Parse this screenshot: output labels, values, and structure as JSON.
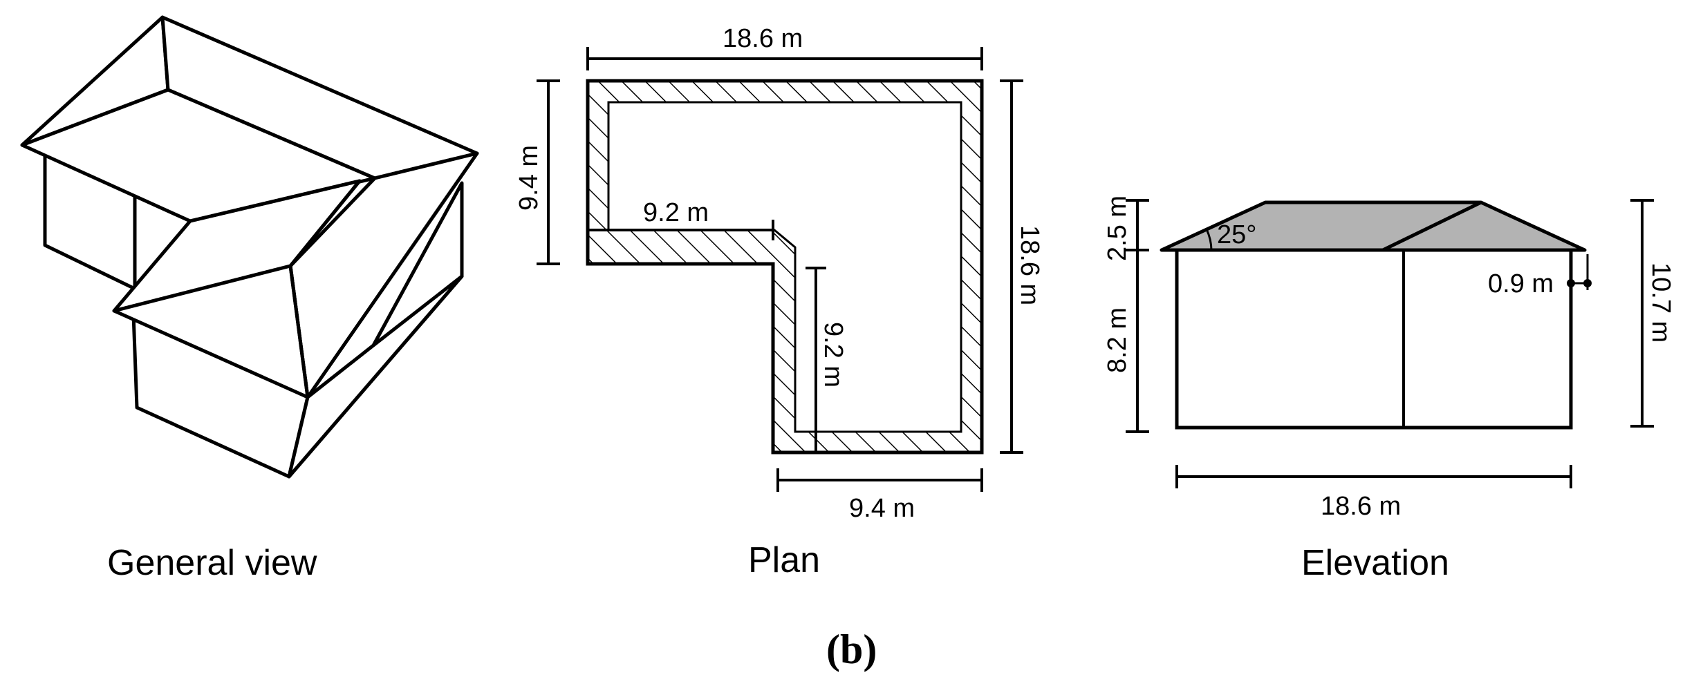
{
  "general_view": {
    "caption": "General view"
  },
  "plan": {
    "caption": "Plan",
    "dim_top": "18.6 m",
    "dim_left": "9.4 m",
    "dim_inner_horizontal": "9.2 m",
    "dim_inner_vertical": "9.2 m",
    "dim_right": "18.6 m",
    "dim_bottom": "9.4 m"
  },
  "elevation": {
    "caption": "Elevation",
    "dim_roof_height": "2.5 m",
    "dim_wall_height": "8.2 m",
    "roof_angle": "25°",
    "dim_overhang": "0.9 m",
    "dim_total_height": "10.7 m",
    "dim_width": "18.6 m",
    "roof_fill": "#b3b3b3"
  },
  "panel_label": "(b)"
}
